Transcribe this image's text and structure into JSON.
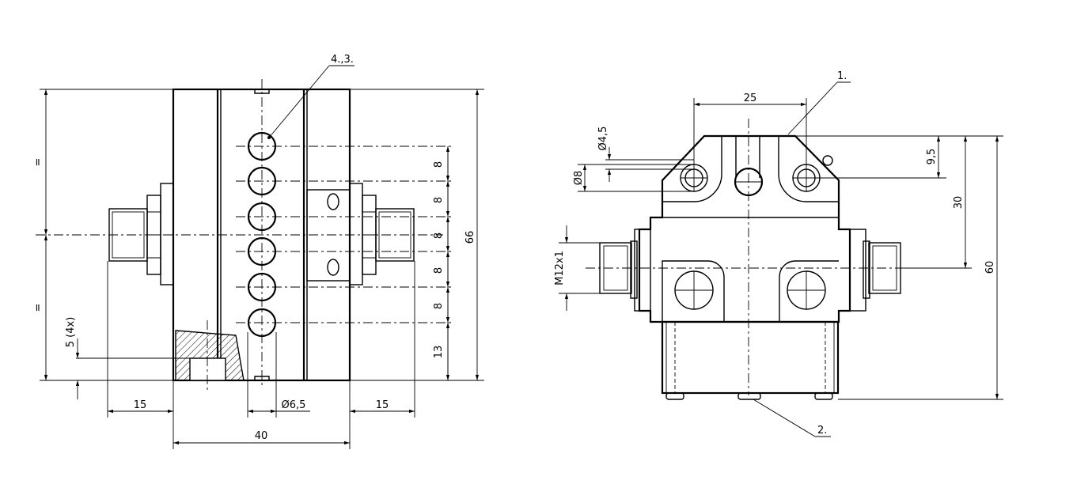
{
  "colors": {
    "line": "#000000",
    "background": "#ffffff"
  },
  "left_view": {
    "dims": {
      "height_total": "66",
      "upper_equal": "=",
      "lower_equal": "=",
      "hole_spacing_1": "8",
      "hole_spacing_2": "8",
      "hole_spacing_3": "8",
      "hole_spacing_4": "8",
      "hole_spacing_5": "8",
      "bottom_offset": "13",
      "left_projection": "15",
      "right_projection": "15",
      "width": "40",
      "hole_diameter": "Ø6,5",
      "small_holes": "5 (4x)"
    },
    "callout": "4.,3."
  },
  "right_view": {
    "dims": {
      "top_width": "25",
      "small_diameter": "Ø4,5",
      "hole_diameter": "Ø8",
      "top_offset": "9,5",
      "center_height": "30",
      "total_height": "60",
      "thread": "M12x1"
    },
    "callout_top": "1.",
    "callout_bottom": "2."
  }
}
